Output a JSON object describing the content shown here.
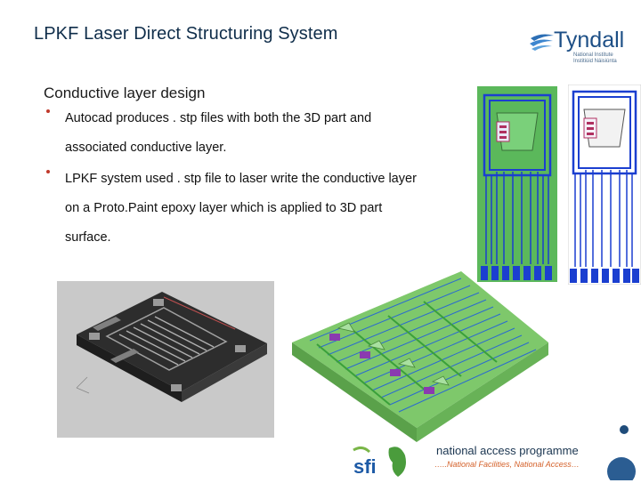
{
  "slide": {
    "title": "LPKF Laser Direct Structuring System",
    "heading": "Conductive layer design",
    "bullets": [
      {
        "text": "Autocad produces . stp files with both the 3D part and associated conductive layer."
      },
      {
        "text": "LPKF system used . stp file to laser write the conductive layer on a Proto.Paint epoxy layer which is applied to 3D part surface."
      }
    ]
  },
  "logos": {
    "tyndall": {
      "name": "Tyndall",
      "line1": "National Institute",
      "line2": "Institiúid Náisiúnta"
    },
    "sfi": {
      "name": "sfi",
      "icon": "sfi-logo"
    },
    "nap": {
      "title": "national access programme",
      "subtitle": "…..National Facilities, National Access…"
    }
  },
  "colors": {
    "title": "#0f2d4a",
    "pcb_green": "#5bb85b",
    "trace_blue": "#1b3fd0",
    "bullet_red": "#c0392b",
    "board_3d": "#7ec86b"
  }
}
